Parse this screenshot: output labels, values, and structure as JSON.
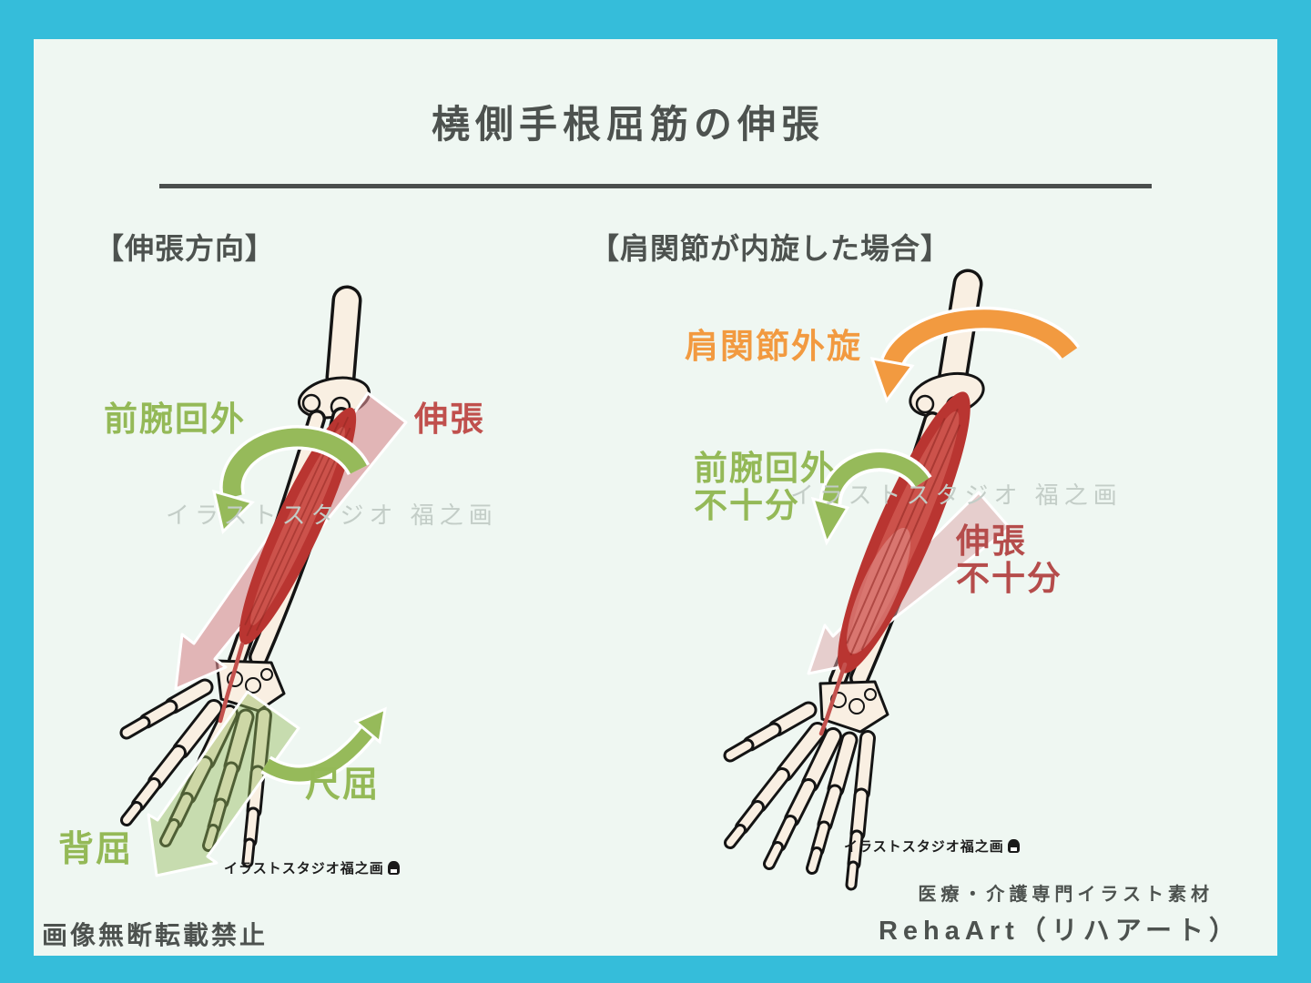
{
  "title": "橈側手根屈筋の伸張",
  "left_section": {
    "heading": "【伸張方向】",
    "labels": {
      "forearm_supination": "前腕回外",
      "stretch": "伸張",
      "ulnar_deviation": "尺屈",
      "dorsiflexion": "背屈"
    },
    "credit": "イラストスタジオ福之画"
  },
  "right_section": {
    "heading": "【肩関節が内旋した場合】",
    "labels": {
      "shoulder_external_rotation": "肩関節外旋",
      "forearm_supination_insufficient": [
        "前腕回外",
        "不十分"
      ],
      "stretch_insufficient": [
        "伸張",
        "不十分"
      ]
    },
    "credit": "イラストスタジオ福之画"
  },
  "watermark": "イラストスタジオ 福之画",
  "footer": {
    "no_reproduction_notice": "画像無断転載禁止",
    "brand_tagline": "医療・介護専門イラスト素材",
    "brand_name": "RehaArt（リハアート）"
  },
  "icons": {
    "credit_logo": "fukunoga-studio-logo"
  },
  "colors": {
    "frame_border": "#35bdda",
    "panel_background": "#eff7f2",
    "heading_text": "#4d524f",
    "green_label": "#94b957",
    "red_label": "#c0504d",
    "dark_red_label": "#b54c4b",
    "orange_label": "#f29a40",
    "muscle_red": "#b93531",
    "stretch_arrow_pink": "#d98f93",
    "bone_fill": "#f9efe2"
  }
}
